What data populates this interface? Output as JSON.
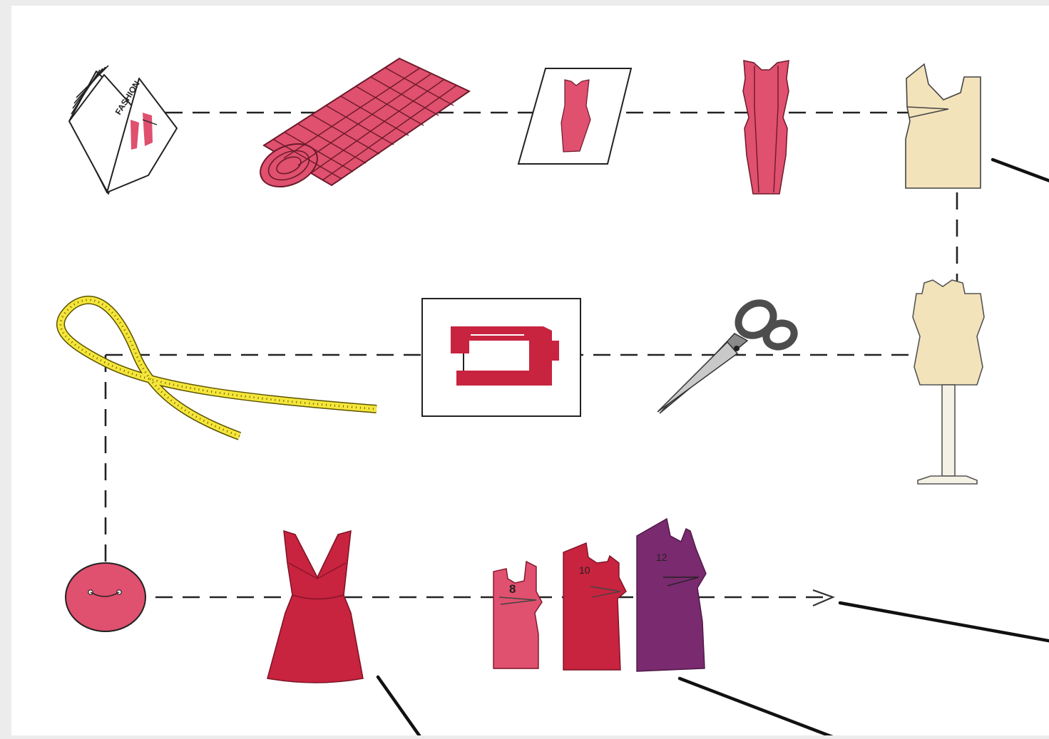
{
  "colors": {
    "page_bg": "#ffffff",
    "frame": "#ececec",
    "pink": "#e0506f",
    "red": "#c8233f",
    "purple": "#7a2a6e",
    "calico": "#f3e3bb",
    "tape_yellow": "#f5e63a",
    "blade_gray": "#6f6f6f",
    "leader_line": "#111111",
    "dash_line": "#222222"
  },
  "diagram": {
    "magazine": {
      "text": "FASHION",
      "icon": "magazine-icon"
    },
    "fabric_roll": {
      "icon": "fabric-roll-icon"
    },
    "sketch": {
      "icon": "dress-sketch-icon"
    },
    "fitted_dress": {
      "icon": "fitted-dress-icon"
    },
    "bodice_pattern": {
      "icon": "bodice-pattern-icon"
    },
    "dress_form": {
      "icon": "dress-form-icon"
    },
    "scissors": {
      "icon": "scissors-icon"
    },
    "sewing_machine": {
      "icon": "sewing-machine-icon"
    },
    "tape_measure": {
      "icon": "tape-measure-icon"
    },
    "button": {
      "icon": "button-icon"
    },
    "finished_dress": {
      "icon": "a-line-dress-icon"
    },
    "graded_patterns": {
      "sizes": [
        {
          "label": "8",
          "color": "#e0506f"
        },
        {
          "label": "10",
          "color": "#c8233f"
        },
        {
          "label": "12",
          "color": "#7a2a6e"
        }
      ]
    },
    "end_arrow": {
      "icon": "open-arrow-icon"
    }
  }
}
